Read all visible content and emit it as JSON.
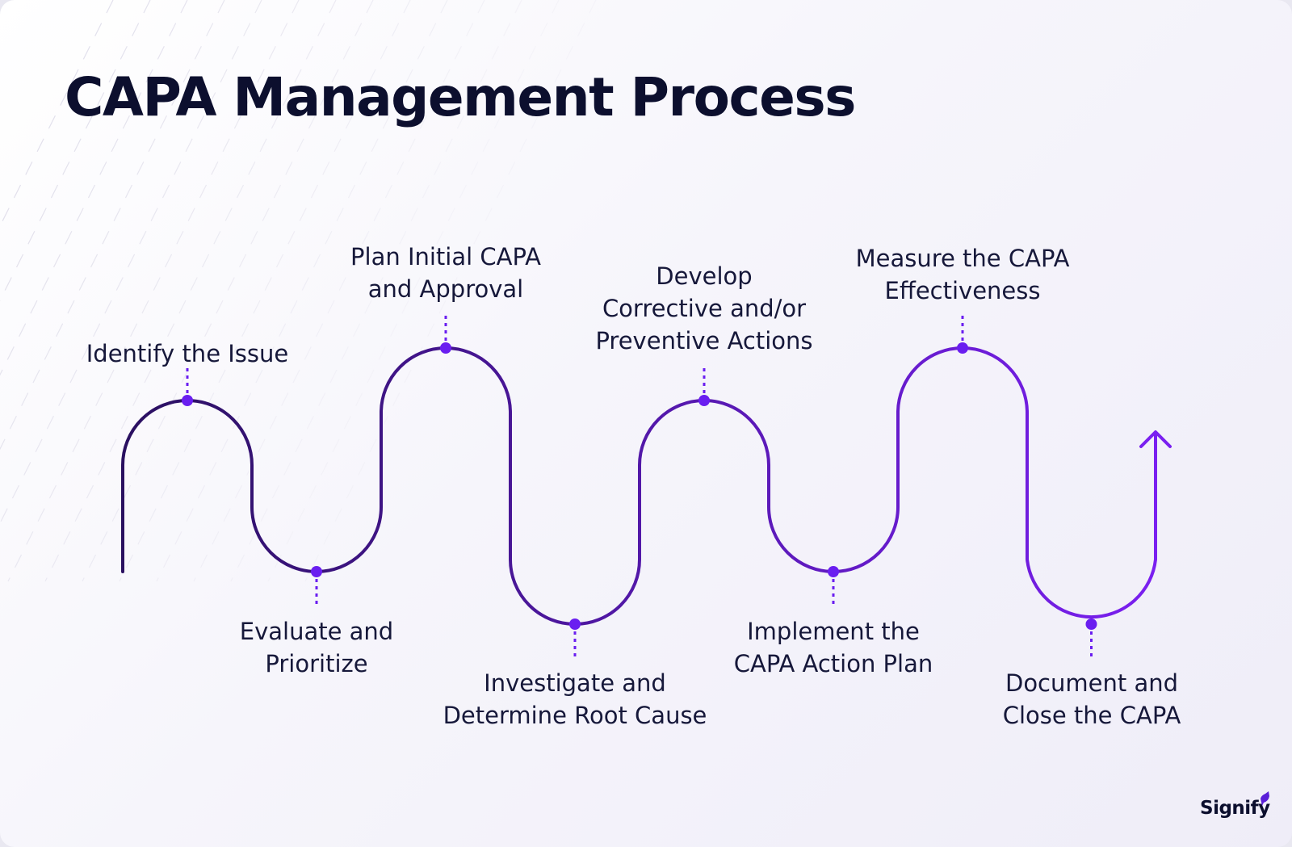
{
  "title": "CAPA Management Process",
  "logo": {
    "text": "Signify",
    "mark_icon": "leaf-mark-icon"
  },
  "colors": {
    "title": "#0c0f2e",
    "label": "#16183a",
    "path_start": "#2a1060",
    "path_end": "#7a1ff0",
    "node": "#6a1ef0"
  },
  "steps": [
    {
      "label": "Identify the Issue"
    },
    {
      "label": "Evaluate and\nPrioritize"
    },
    {
      "label": "Plan Initial CAPA\nand Approval"
    },
    {
      "label": "Investigate and\nDetermine Root Cause"
    },
    {
      "label": "Develop\nCorrective and/or\nPreventive Actions"
    },
    {
      "label": "Implement the\nCAPA Action Plan"
    },
    {
      "label": "Measure the CAPA\nEffectiveness"
    },
    {
      "label": "Document and\nClose the CAPA"
    }
  ]
}
